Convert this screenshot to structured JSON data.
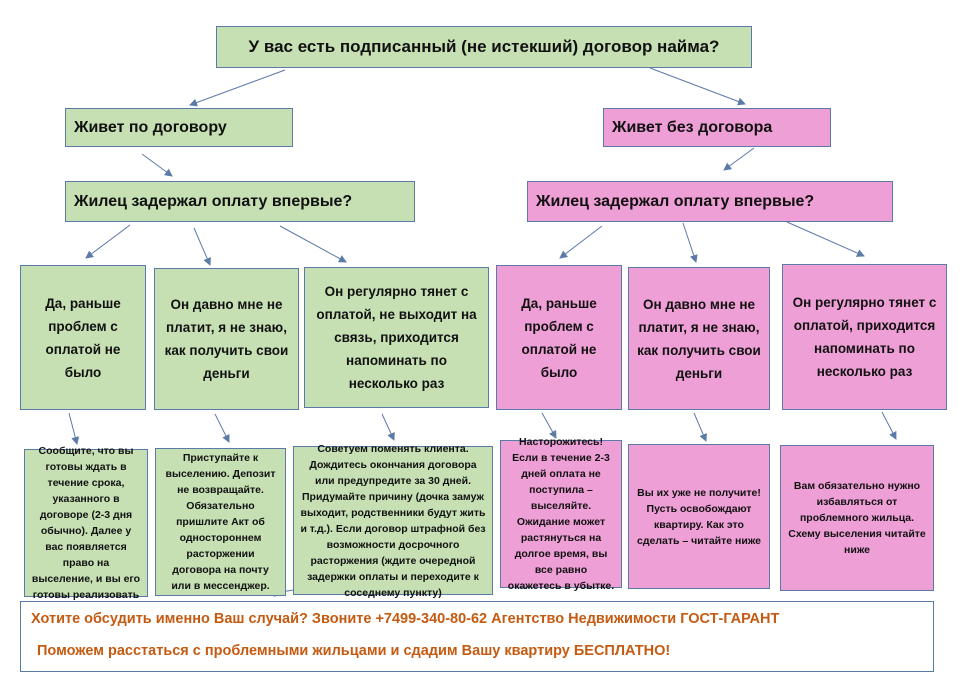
{
  "question": "У вас есть подписанный (не истекший) договор найма?",
  "left": {
    "branch": "Живет по договору",
    "subquestion": "Жилец задержал оплату впервые?",
    "cases": [
      "Да, раньше проблем с оплатой не было",
      "Он давно мне не платит, я не знаю, как получить свои деньги",
      "Он регулярно тянет с оплатой, не выходит на связь, приходится напоминать по несколько раз"
    ],
    "advice": [
      "Сообщите, что вы готовы ждать в течение срока, указанного в договоре (2-3 дня обычно). Далее у вас появляется право на выселение, и вы его готовы реализовать",
      "Приступайте к выселению. Депозит не возвращайте. Обязательно пришлите Акт об одностороннем расторжении договора на почту или в мессенджер.",
      "Советуем поменять клиента. Дождитесь окончания договора или предупредите за 30 дней. Придумайте причину (дочка замуж выходит, родственники будут жить и т.д.). Если договор штрафной без возможности досрочного расторжения (ждите очередной задержки оплаты и переходите к соседнему пункту)"
    ]
  },
  "right": {
    "branch": "Живет без договора",
    "subquestion": "Жилец задержал оплату впервые?",
    "cases": [
      "Да, раньше проблем с оплатой не было",
      "Он давно мне не платит, я не знаю, как получить свои деньги",
      "Он регулярно тянет с оплатой, приходится напоминать по несколько раз"
    ],
    "advice": [
      "Насторожитесь! Если в течение 2-3 дней оплата не поступила – выселяйте. Ожидание может растянуться на долгое время, вы все равно окажетесь в убытке.",
      "Вы их уже не получите! Пусть освобождают квартиру. Как это сделать – читайте ниже",
      "Вам обязательно нужно избавляться от проблемного жильца. Схему выселения читайте ниже"
    ]
  },
  "footer": {
    "line1": "Хотите обсудить именно Ваш случай? Звоните +7499-340-80-62 Агентство Недвижимости ГОСТ-ГАРАНТ",
    "line2": "Поможем расстаться с проблемными жильцами и сдадим Вашу квартиру БЕСПЛАТНО!"
  },
  "colors": {
    "green": "#c6e0b4",
    "pink": "#ee9fd6",
    "border": "#5b7aa8",
    "footer_text": "#c55a11"
  }
}
